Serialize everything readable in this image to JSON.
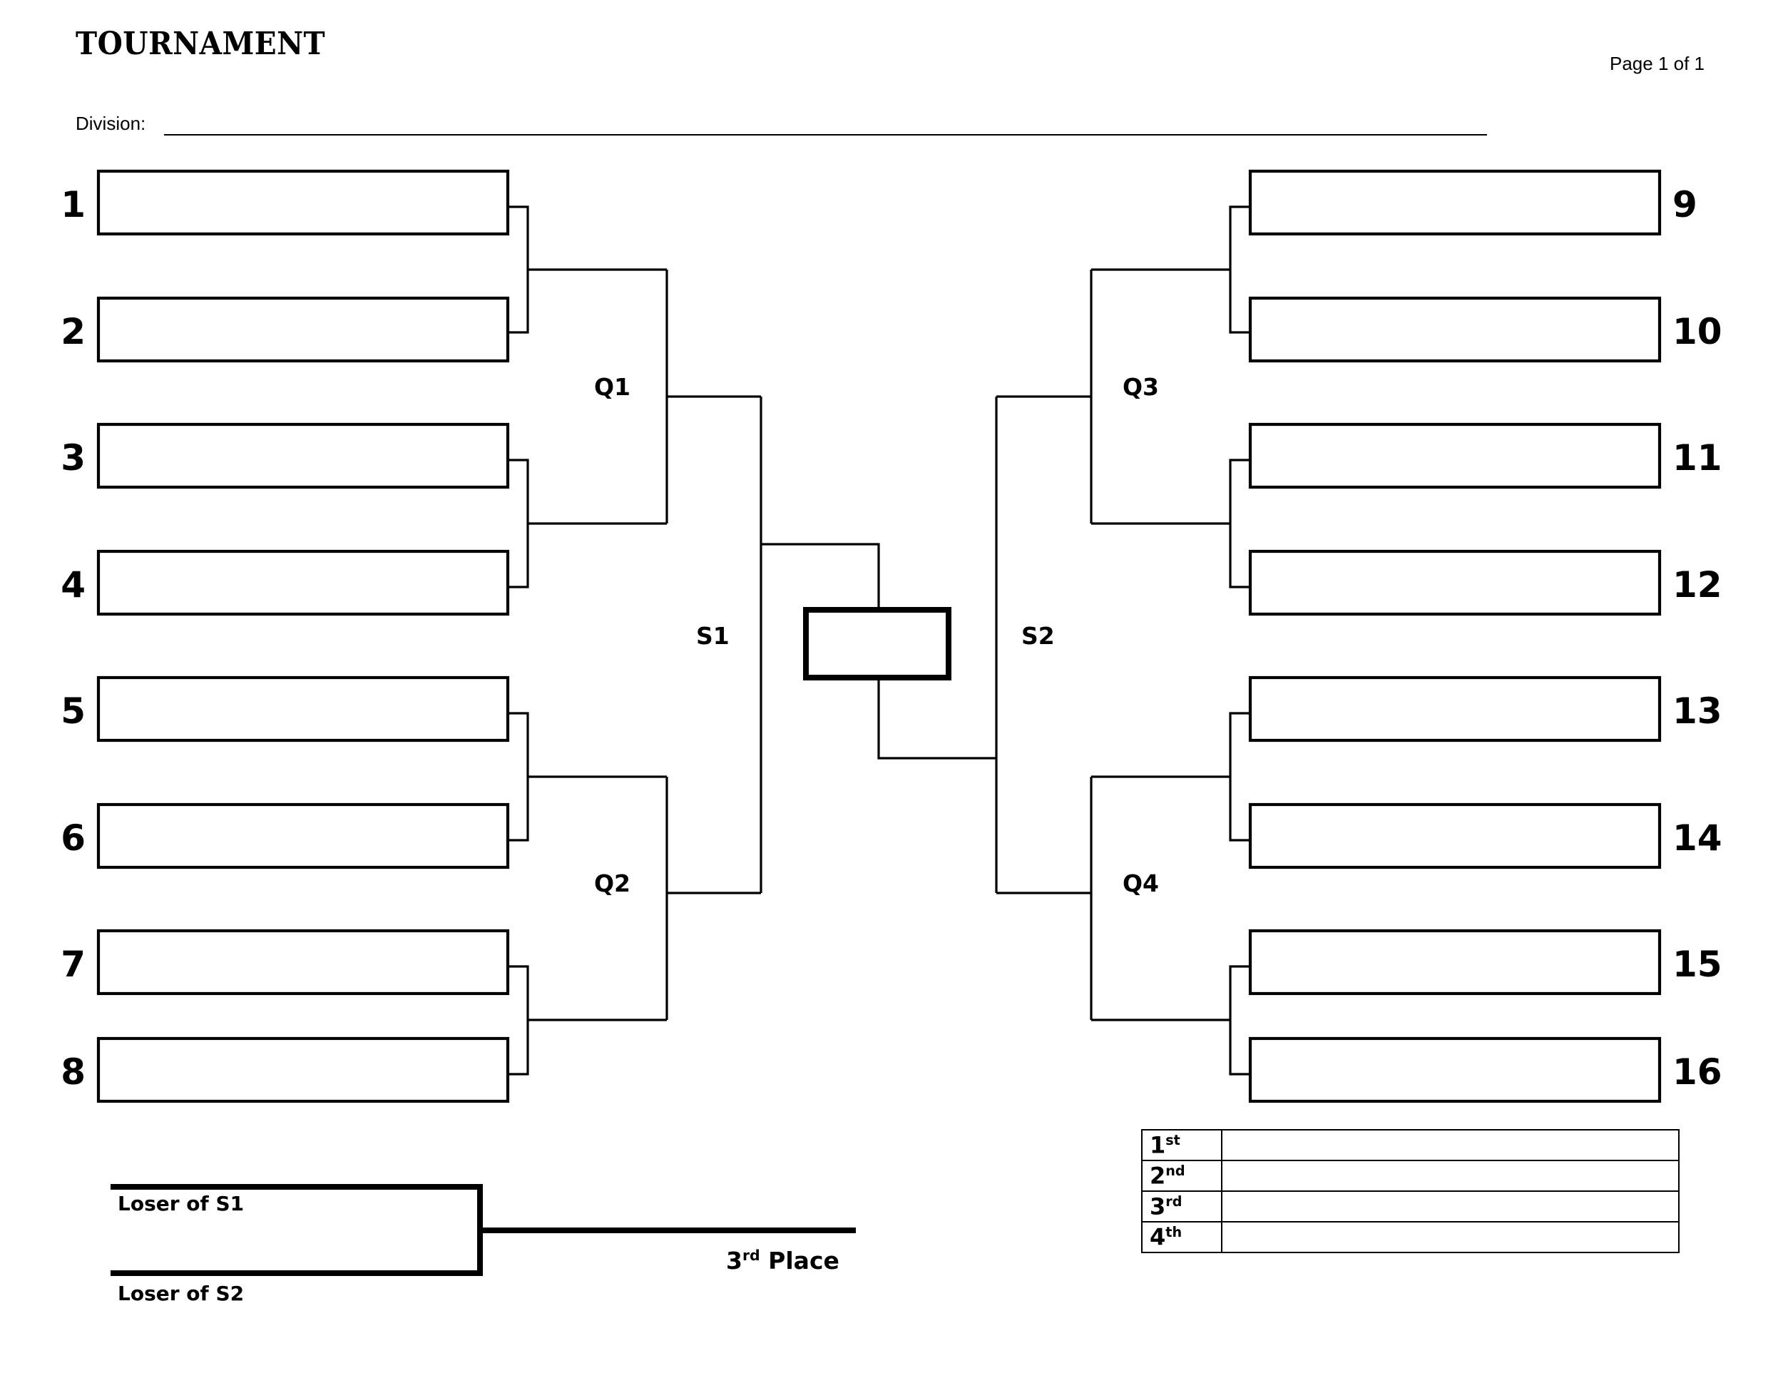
{
  "header": {
    "title": "TOURNAMENT",
    "page_indicator": "Page 1 of 1",
    "division_label": "Division:",
    "division_value": ""
  },
  "bracket": {
    "left_seeds": [
      "1",
      "2",
      "3",
      "4",
      "5",
      "6",
      "7",
      "8"
    ],
    "right_seeds": [
      "9",
      "10",
      "11",
      "12",
      "13",
      "14",
      "15",
      "16"
    ],
    "round_labels": {
      "q1": "Q1",
      "q2": "Q2",
      "q3": "Q3",
      "q4": "Q4",
      "s1": "S1",
      "s2": "S2"
    },
    "slot_values": {
      "left": [
        "",
        "",
        "",
        "",
        "",
        "",
        "",
        ""
      ],
      "right": [
        "",
        "",
        "",
        "",
        "",
        "",
        "",
        ""
      ]
    },
    "champion_value": ""
  },
  "consolation": {
    "top_label": "Loser of S1",
    "bottom_label": "Loser of S2",
    "result_label_number": "3",
    "result_label_ordinal": "rd",
    "result_label_text": " Place",
    "result_value": ""
  },
  "placement_table": {
    "rows": [
      {
        "rank_number": "1",
        "rank_ordinal": "st",
        "value": ""
      },
      {
        "rank_number": "2",
        "rank_ordinal": "nd",
        "value": ""
      },
      {
        "rank_number": "3",
        "rank_ordinal": "rd",
        "value": ""
      },
      {
        "rank_number": "4",
        "rank_ordinal": "th",
        "value": ""
      }
    ]
  },
  "colors": {
    "ink": "#000000",
    "paper": "#ffffff"
  }
}
